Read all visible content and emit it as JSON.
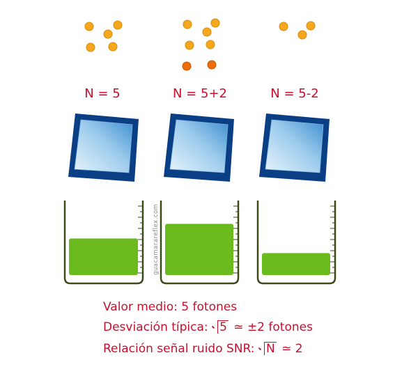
{
  "labels": {
    "col1": "N = 5",
    "col2": "N = 5+2",
    "col3": "N = 5-2"
  },
  "watermark": "guacamarareflex.com",
  "captions": {
    "line1": "Valor medio: 5 fotones",
    "line2_prefix": "Desviación típica: ",
    "line2_radicand": "5",
    "line2_suffix": " ≃ ±2 fotones",
    "line3_prefix": "Relación señal ruido SNR: ",
    "line3_radicand": "N",
    "line3_suffix": "  ≃ 2"
  },
  "colors": {
    "photon": "#f5a71e",
    "photon_extra": "#ef6c0a",
    "label_red": "#c8102e",
    "sensor_frame": "#0b3f85",
    "sensor_glass_light": "#e6f3fb",
    "sensor_glass_dark": "#3e8fd0",
    "bucket_line": "#3c4a17",
    "fill_green": "#6aba1d"
  },
  "fill_levels": [
    0.5,
    0.7,
    0.3
  ]
}
